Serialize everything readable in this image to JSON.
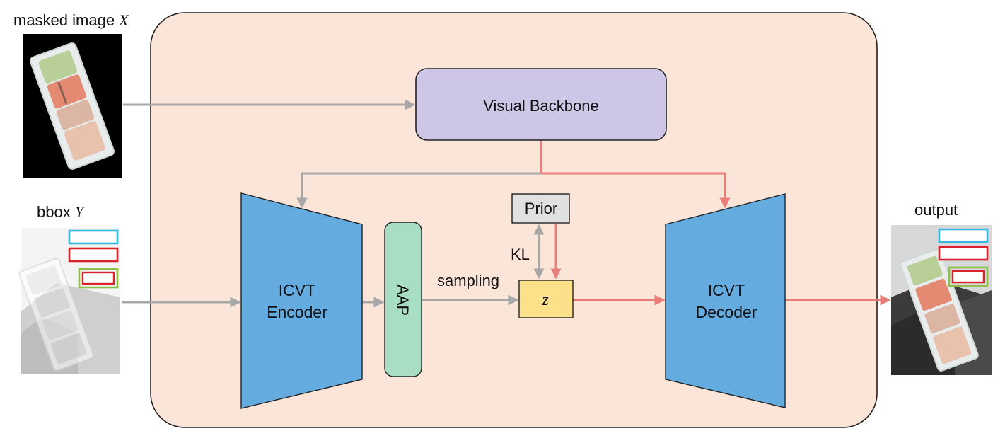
{
  "inputs": {
    "masked_image_label": "masked image",
    "masked_image_var": "X",
    "bbox_label": "bbox",
    "bbox_var": "Y"
  },
  "output": {
    "label": "output"
  },
  "nodes": {
    "backbone": "Visual Backbone",
    "encoder_line1": "ICVT",
    "encoder_line2": "Encoder",
    "aap": "AAP",
    "prior": "Prior",
    "z": "z",
    "decoder_line1": "ICVT",
    "decoder_line2": "Decoder"
  },
  "edges": {
    "kl": "KL",
    "sampling": "sampling"
  },
  "colors": {
    "panel": "#fbe5d9",
    "backbone": "#cdc6e6",
    "trapezoid": "#64abdf",
    "aap": "#a8dfc4",
    "prior": "#e1e1e1",
    "z": "#fde18a",
    "gray_arrow": "#a8a8a8",
    "red_arrow": "#ea7e7b",
    "bbox_blue": "#33b9e0",
    "bbox_red": "#d9232a",
    "bbox_green": "#8bbf45"
  }
}
